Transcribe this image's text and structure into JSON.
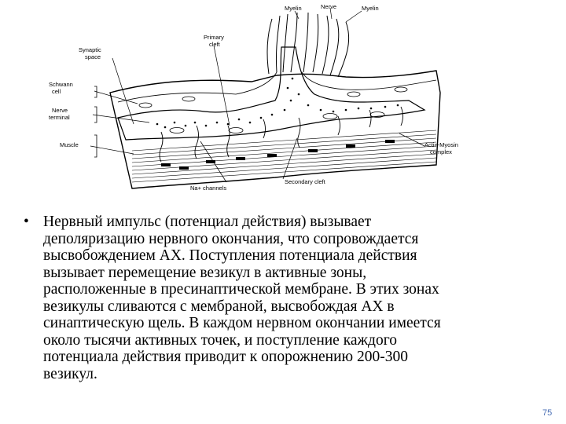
{
  "diagram": {
    "labels": {
      "myelin_left": "Myelin",
      "nerve": "Nerve",
      "myelin_right": "Myelin",
      "primary_cleft": [
        "Primary",
        "cleft"
      ],
      "synaptic_space": [
        "Synaptic",
        "space"
      ],
      "schwann_cell": [
        "Schwann",
        "cell"
      ],
      "nerve_terminal": [
        "Nerve",
        "terminal"
      ],
      "muscle": "Muscle",
      "actin_myosin": [
        "Actin-Myosin",
        "complex"
      ],
      "na_channels": "Na+ channels",
      "secondary_cleft": "Secondary cleft"
    }
  },
  "text": {
    "bullet": "•",
    "lines": [
      "Нервный импульс (потенциал действия) вызывает",
      "деполяризацию нервного окончания, что сопровождается",
      "высвобождением АХ. Поступления потенциала действия",
      "вызывает перемещение везикул в активные зоны,",
      "расположенные в пресинаптической мембране. В этих зонах",
      "везикулы сливаются с мембраной, высвобождая АХ в",
      "синаптическую щель. В каждом нервном окончании имеется",
      "около тысячи активных точек, и поступление каждого",
      "потенциала действия приводит к опорожнению 200-300",
      "везикул."
    ]
  },
  "page_number": "75"
}
